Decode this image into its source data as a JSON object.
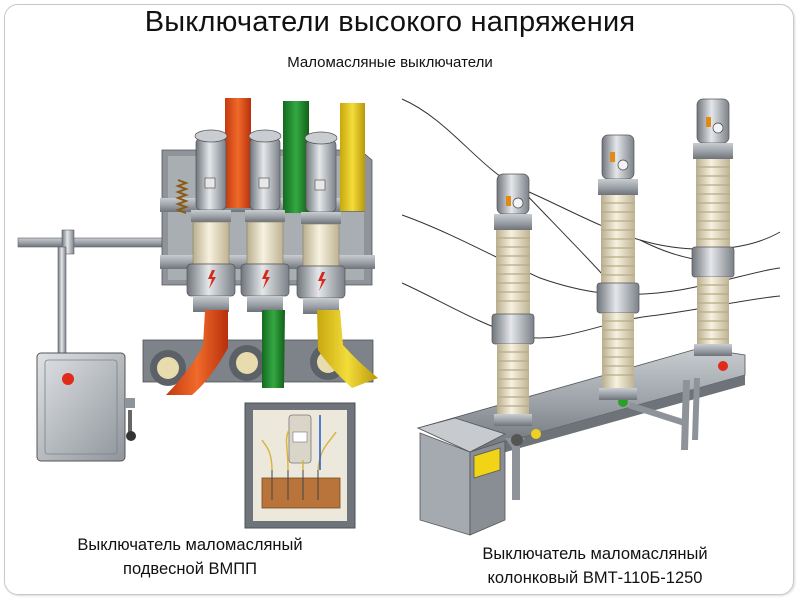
{
  "slide": {
    "title": "Выключатели высокого напряжения",
    "subtitle": "Маломасляные выключатели",
    "captions": {
      "left": [
        "Выключатель маломасляный",
        "подвесной ВМПП"
      ],
      "right": [
        "Выключатель маломасляный",
        "колонковый ВМТ-110Б-1250"
      ]
    }
  },
  "colors": {
    "phase_a": "#e8501a",
    "phase_b": "#1d8a2d",
    "phase_c": "#e0c21a",
    "insulator": "#ece3c6",
    "metal": "#9aa0a6",
    "indicator_red": "#e02a1a",
    "indicator_green": "#2aa02a",
    "indicator_yellow": "#f0d020"
  },
  "icons": [
    "high-voltage-bolt-icon"
  ]
}
